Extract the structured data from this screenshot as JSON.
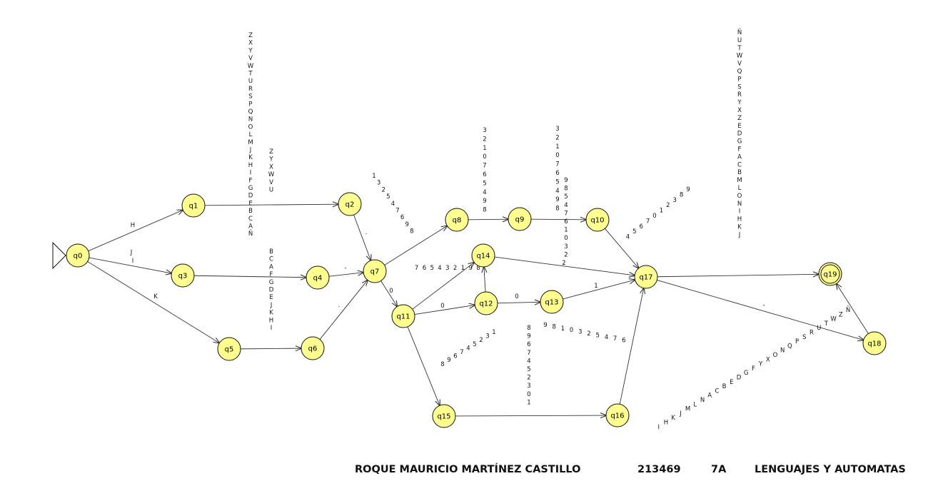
{
  "accent": "#ffff8f",
  "initial_state": "q0",
  "final_states": [
    "q19"
  ],
  "states": [
    "q0",
    "q1",
    "q2",
    "q3",
    "q4",
    "q5",
    "q6",
    "q7",
    "q8",
    "q9",
    "q10",
    "q11",
    "q12",
    "q13",
    "q14",
    "q15",
    "q16",
    "q17",
    "q18",
    "q19"
  ],
  "transitions": [
    {
      "id": "q0-q1",
      "from": "q0",
      "to": "q1",
      "label": "H"
    },
    {
      "id": "q0-q3",
      "from": "q0",
      "to": "q3",
      "label": "J I"
    },
    {
      "id": "q0-q5",
      "from": "q0",
      "to": "q5",
      "label": "K"
    },
    {
      "id": "q1-q2",
      "from": "q1",
      "to": "q2",
      "label": "Z X Y V W T U R S P Q N O L M J K H I F G D E B C A Ñ"
    },
    {
      "id": "q1-q2b",
      "from": "q1",
      "to": "q2",
      "label": "Z Y X W V U"
    },
    {
      "id": "q3-q4",
      "from": "q3",
      "to": "q4",
      "label": "B C A F G D E J K H I"
    },
    {
      "id": "q5-q6",
      "from": "q5",
      "to": "q6",
      "label": ""
    },
    {
      "id": "q2-q7",
      "from": "q2",
      "to": "q7",
      "label": "."
    },
    {
      "id": "q4-q7",
      "from": "q4",
      "to": "q7",
      "label": "-"
    },
    {
      "id": "q6-q7",
      "from": "q6",
      "to": "q7",
      "label": "."
    },
    {
      "id": "q7-q8",
      "from": "q7",
      "to": "q8",
      "label": "1 3 2 5 4 7 6 9 8"
    },
    {
      "id": "q8-q9",
      "from": "q8",
      "to": "q9",
      "label": "3 2 1 0 7 6 5 4 9 8"
    },
    {
      "id": "q9-q10",
      "from": "q9",
      "to": "q10",
      "label": "3 2 1 0 7 6 5 4 9 8"
    },
    {
      "id": "q10-q17",
      "from": "q10",
      "to": "q17",
      "label": "9 8 5 4 7 6 1 0 3 2"
    },
    {
      "id": "q10-q17b",
      "from": "q10",
      "to": "q17",
      "label": "9 8 3 2 1 0 7 6 5 4"
    },
    {
      "id": "q7-q11",
      "from": "q7",
      "to": "q11",
      "label": "0"
    },
    {
      "id": "q11-q14",
      "from": "q11",
      "to": "q14",
      "label": "1 3 2 5 4 7 6 9 8"
    },
    {
      "id": "q11-q12",
      "from": "q11",
      "to": "q12",
      "label": "0"
    },
    {
      "id": "q12-q14",
      "from": "q12",
      "to": "q14",
      "label": "8 9 1 2 3 4 5 6 7"
    },
    {
      "id": "q12-q13",
      "from": "q12",
      "to": "q13",
      "label": "0"
    },
    {
      "id": "q13-q17",
      "from": "q13",
      "to": "q17",
      "label": "1"
    },
    {
      "id": "q14-q17",
      "from": "q14",
      "to": "q17",
      "label": "2"
    },
    {
      "id": "q11-q15",
      "from": "q11",
      "to": "q15",
      "label": "1 3 2 5 4 7 6 9 8"
    },
    {
      "id": "q15-q16",
      "from": "q15",
      "to": "q16",
      "label": "8 9 6 7 4 5 2 3 0 1"
    },
    {
      "id": "q16-q17",
      "from": "q16",
      "to": "q17",
      "label": "9 8 1 0 3 2 5 4 7 6"
    },
    {
      "id": "q17-q19",
      "from": "q17",
      "to": "q19",
      "label": "Ñ U T W V Q P S R Y X Z E D G F A C B M L O N I H K J"
    },
    {
      "id": "q17-q18",
      "from": "q17",
      "to": "q18",
      "label": "-"
    },
    {
      "id": "q18-q19",
      "from": "q18",
      "to": "q19",
      "label": "Ñ Z W T U R S P Q N O X Y F G D E B C A N L M J K H I"
    }
  ],
  "footer": {
    "name": "ROQUE MAURICIO MARTÍNEZ CASTILLO",
    "id": "213469",
    "group": "7A",
    "subject": "LENGUAJES Y AUTOMATAS"
  }
}
